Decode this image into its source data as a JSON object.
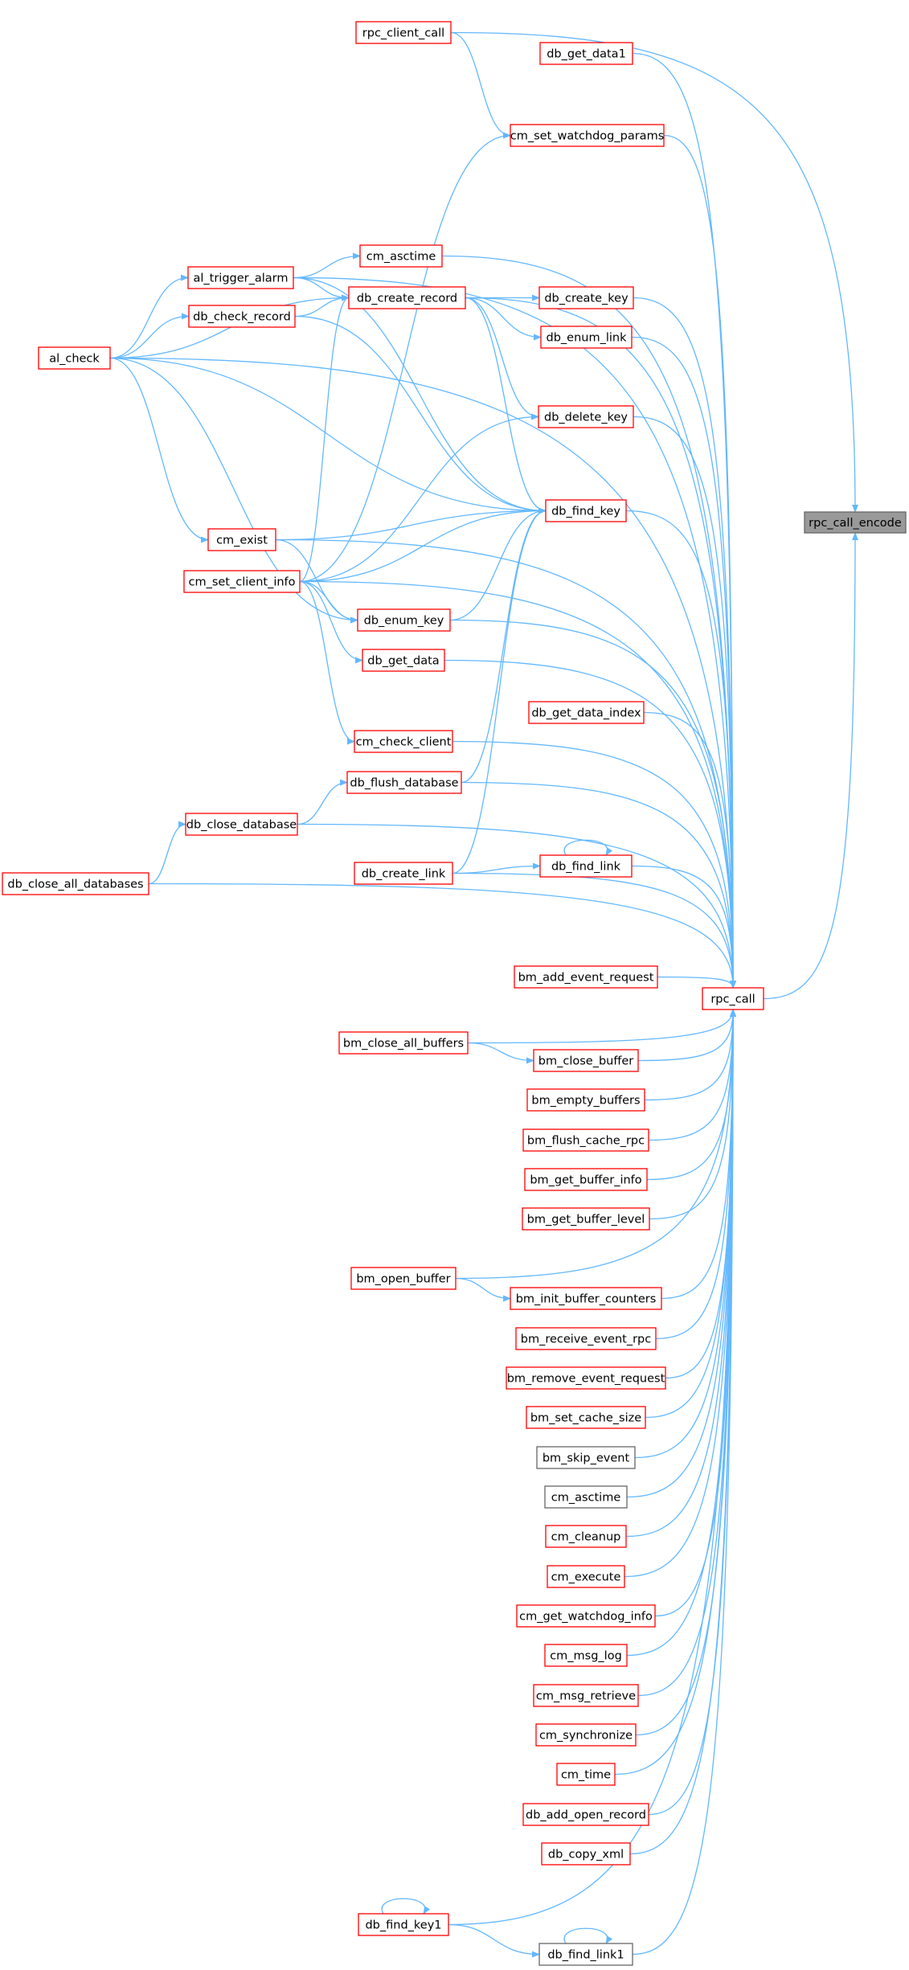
{
  "graph": {
    "root": "rpc_call_encode",
    "colors": {
      "edge": "#63b8ff",
      "node_border_red": "#ff0000",
      "node_border_black": "#666666",
      "root_fill": "#999999",
      "root_border": "#666666",
      "node_fill": "#ffffff"
    },
    "nodes": [
      {
        "id": "rpc_call_encode",
        "label": "rpc_call_encode",
        "style": "root"
      },
      {
        "id": "rpc_call",
        "label": "rpc_call",
        "style": "red"
      },
      {
        "id": "rpc_client_call",
        "label": "rpc_client_call",
        "style": "red"
      },
      {
        "id": "db_get_data1",
        "label": "db_get_data1",
        "style": "red"
      },
      {
        "id": "cm_set_watchdog_params",
        "label": "cm_set_watchdog_params",
        "style": "red"
      },
      {
        "id": "cm_asctime_r",
        "label": "cm_asctime",
        "style": "red"
      },
      {
        "id": "al_trigger_alarm",
        "label": "al_trigger_alarm",
        "style": "red"
      },
      {
        "id": "db_create_record",
        "label": "db_create_record",
        "style": "red"
      },
      {
        "id": "db_create_key",
        "label": "db_create_key",
        "style": "red"
      },
      {
        "id": "db_check_record",
        "label": "db_check_record",
        "style": "red"
      },
      {
        "id": "db_enum_link",
        "label": "db_enum_link",
        "style": "red"
      },
      {
        "id": "al_check",
        "label": "al_check",
        "style": "red"
      },
      {
        "id": "db_delete_key",
        "label": "db_delete_key",
        "style": "red"
      },
      {
        "id": "db_find_key",
        "label": "db_find_key",
        "style": "red"
      },
      {
        "id": "cm_exist",
        "label": "cm_exist",
        "style": "red"
      },
      {
        "id": "cm_set_client_info",
        "label": "cm_set_client_info",
        "style": "red"
      },
      {
        "id": "db_enum_key",
        "label": "db_enum_key",
        "style": "red"
      },
      {
        "id": "db_get_data",
        "label": "db_get_data",
        "style": "red"
      },
      {
        "id": "db_get_data_index",
        "label": "db_get_data_index",
        "style": "red"
      },
      {
        "id": "cm_check_client",
        "label": "cm_check_client",
        "style": "red"
      },
      {
        "id": "db_flush_database",
        "label": "db_flush_database",
        "style": "red"
      },
      {
        "id": "db_close_database",
        "label": "db_close_database",
        "style": "red"
      },
      {
        "id": "db_find_link",
        "label": "db_find_link",
        "style": "red"
      },
      {
        "id": "db_create_link",
        "label": "db_create_link",
        "style": "red"
      },
      {
        "id": "db_close_all_databases",
        "label": "db_close_all_databases",
        "style": "red"
      },
      {
        "id": "bm_add_event_request",
        "label": "bm_add_event_request",
        "style": "red"
      },
      {
        "id": "bm_close_all_buffers",
        "label": "bm_close_all_buffers",
        "style": "red"
      },
      {
        "id": "bm_close_buffer",
        "label": "bm_close_buffer",
        "style": "red"
      },
      {
        "id": "bm_empty_buffers",
        "label": "bm_empty_buffers",
        "style": "red"
      },
      {
        "id": "bm_flush_cache_rpc",
        "label": "bm_flush_cache_rpc",
        "style": "red"
      },
      {
        "id": "bm_get_buffer_info",
        "label": "bm_get_buffer_info",
        "style": "red"
      },
      {
        "id": "bm_get_buffer_level",
        "label": "bm_get_buffer_level",
        "style": "red"
      },
      {
        "id": "bm_open_buffer",
        "label": "bm_open_buffer",
        "style": "red"
      },
      {
        "id": "bm_init_buffer_counters",
        "label": "bm_init_buffer_counters",
        "style": "red"
      },
      {
        "id": "bm_receive_event_rpc",
        "label": "bm_receive_event_rpc",
        "style": "red"
      },
      {
        "id": "bm_remove_event_request",
        "label": "bm_remove_event_request",
        "style": "red"
      },
      {
        "id": "bm_set_cache_size",
        "label": "bm_set_cache_size",
        "style": "red"
      },
      {
        "id": "bm_skip_event",
        "label": "bm_skip_event",
        "style": "black"
      },
      {
        "id": "cm_asctime_b",
        "label": "cm_asctime",
        "style": "black"
      },
      {
        "id": "cm_cleanup",
        "label": "cm_cleanup",
        "style": "red"
      },
      {
        "id": "cm_execute",
        "label": "cm_execute",
        "style": "red"
      },
      {
        "id": "cm_get_watchdog_info",
        "label": "cm_get_watchdog_info",
        "style": "red"
      },
      {
        "id": "cm_msg_log",
        "label": "cm_msg_log",
        "style": "red"
      },
      {
        "id": "cm_msg_retrieve",
        "label": "cm_msg_retrieve",
        "style": "red"
      },
      {
        "id": "cm_synchronize",
        "label": "cm_synchronize",
        "style": "red"
      },
      {
        "id": "cm_time",
        "label": "cm_time",
        "style": "red"
      },
      {
        "id": "db_add_open_record",
        "label": "db_add_open_record",
        "style": "red"
      },
      {
        "id": "db_copy_xml",
        "label": "db_copy_xml",
        "style": "red"
      },
      {
        "id": "db_find_key1",
        "label": "db_find_key1",
        "style": "red"
      },
      {
        "id": "db_find_link1",
        "label": "db_find_link1",
        "style": "black"
      }
    ],
    "edges": [
      [
        "rpc_call",
        "rpc_call_encode"
      ],
      [
        "rpc_client_call",
        "rpc_call_encode"
      ],
      [
        "db_get_data1",
        "rpc_call"
      ],
      [
        "cm_set_watchdog_params",
        "rpc_call"
      ],
      [
        "cm_asctime_r",
        "rpc_call"
      ],
      [
        "db_create_key",
        "rpc_call"
      ],
      [
        "db_enum_link",
        "rpc_call"
      ],
      [
        "db_delete_key",
        "rpc_call"
      ],
      [
        "db_find_key",
        "rpc_call"
      ],
      [
        "db_get_data",
        "rpc_call"
      ],
      [
        "db_enum_key",
        "rpc_call"
      ],
      [
        "db_get_data_index",
        "rpc_call"
      ],
      [
        "cm_check_client",
        "rpc_call"
      ],
      [
        "db_flush_database",
        "rpc_call"
      ],
      [
        "db_close_database",
        "rpc_call"
      ],
      [
        "db_find_link",
        "rpc_call"
      ],
      [
        "db_create_link",
        "rpc_call"
      ],
      [
        "db_close_all_databases",
        "rpc_call"
      ],
      [
        "bm_add_event_request",
        "rpc_call"
      ],
      [
        "bm_close_all_buffers",
        "rpc_call"
      ],
      [
        "bm_close_buffer",
        "rpc_call"
      ],
      [
        "bm_empty_buffers",
        "rpc_call"
      ],
      [
        "bm_flush_cache_rpc",
        "rpc_call"
      ],
      [
        "bm_get_buffer_info",
        "rpc_call"
      ],
      [
        "bm_get_buffer_level",
        "rpc_call"
      ],
      [
        "bm_open_buffer",
        "rpc_call"
      ],
      [
        "bm_init_buffer_counters",
        "rpc_call"
      ],
      [
        "bm_receive_event_rpc",
        "rpc_call"
      ],
      [
        "bm_remove_event_request",
        "rpc_call"
      ],
      [
        "bm_set_cache_size",
        "rpc_call"
      ],
      [
        "bm_skip_event",
        "rpc_call"
      ],
      [
        "cm_asctime_b",
        "rpc_call"
      ],
      [
        "cm_cleanup",
        "rpc_call"
      ],
      [
        "cm_execute",
        "rpc_call"
      ],
      [
        "cm_get_watchdog_info",
        "rpc_call"
      ],
      [
        "cm_msg_log",
        "rpc_call"
      ],
      [
        "cm_msg_retrieve",
        "rpc_call"
      ],
      [
        "cm_synchronize",
        "rpc_call"
      ],
      [
        "cm_time",
        "rpc_call"
      ],
      [
        "db_add_open_record",
        "rpc_call"
      ],
      [
        "db_copy_xml",
        "rpc_call"
      ],
      [
        "db_find_key1",
        "rpc_call"
      ],
      [
        "db_find_link1",
        "rpc_call"
      ],
      [
        "al_check",
        "rpc_call"
      ],
      [
        "al_trigger_alarm",
        "rpc_call"
      ],
      [
        "cm_exist",
        "rpc_call"
      ],
      [
        "cm_set_client_info",
        "rpc_call"
      ],
      [
        "db_create_record",
        "rpc_call"
      ],
      [
        "rpc_client_call",
        "cm_set_watchdog_params"
      ],
      [
        "al_trigger_alarm",
        "cm_asctime_r"
      ],
      [
        "al_trigger_alarm",
        "db_create_record"
      ],
      [
        "db_check_record",
        "db_create_record"
      ],
      [
        "al_check",
        "db_create_record"
      ],
      [
        "cm_set_client_info",
        "db_create_record"
      ],
      [
        "db_create_record",
        "db_create_key"
      ],
      [
        "db_create_record",
        "db_enum_link"
      ],
      [
        "db_create_record",
        "db_delete_key"
      ],
      [
        "db_create_record",
        "db_find_key"
      ],
      [
        "al_check",
        "al_trigger_alarm"
      ],
      [
        "al_check",
        "db_check_record"
      ],
      [
        "al_check",
        "cm_exist"
      ],
      [
        "al_check",
        "db_find_key"
      ],
      [
        "al_check",
        "db_enum_key"
      ],
      [
        "al_trigger_alarm",
        "db_find_key"
      ],
      [
        "db_check_record",
        "db_find_key"
      ],
      [
        "cm_set_client_info",
        "cm_set_watchdog_params"
      ],
      [
        "cm_exist",
        "db_find_key"
      ],
      [
        "cm_exist",
        "db_enum_key"
      ],
      [
        "cm_set_client_info",
        "db_find_key"
      ],
      [
        "cm_set_client_info",
        "db_delete_key"
      ],
      [
        "cm_set_client_info",
        "db_enum_key"
      ],
      [
        "cm_set_client_info",
        "db_get_data"
      ],
      [
        "cm_set_client_info",
        "cm_check_client"
      ],
      [
        "db_enum_key",
        "db_find_key"
      ],
      [
        "db_flush_database",
        "db_find_key"
      ],
      [
        "db_create_link",
        "db_find_key"
      ],
      [
        "db_close_database",
        "db_flush_database"
      ],
      [
        "db_close_all_databases",
        "db_close_database"
      ],
      [
        "db_create_link",
        "db_find_link"
      ],
      [
        "db_find_link",
        "db_find_link"
      ],
      [
        "bm_close_all_buffers",
        "bm_close_buffer"
      ],
      [
        "bm_open_buffer",
        "bm_init_buffer_counters"
      ],
      [
        "db_find_key1",
        "db_find_link1"
      ],
      [
        "db_find_key1",
        "db_find_key1"
      ],
      [
        "db_find_link1",
        "db_find_link1"
      ]
    ]
  }
}
